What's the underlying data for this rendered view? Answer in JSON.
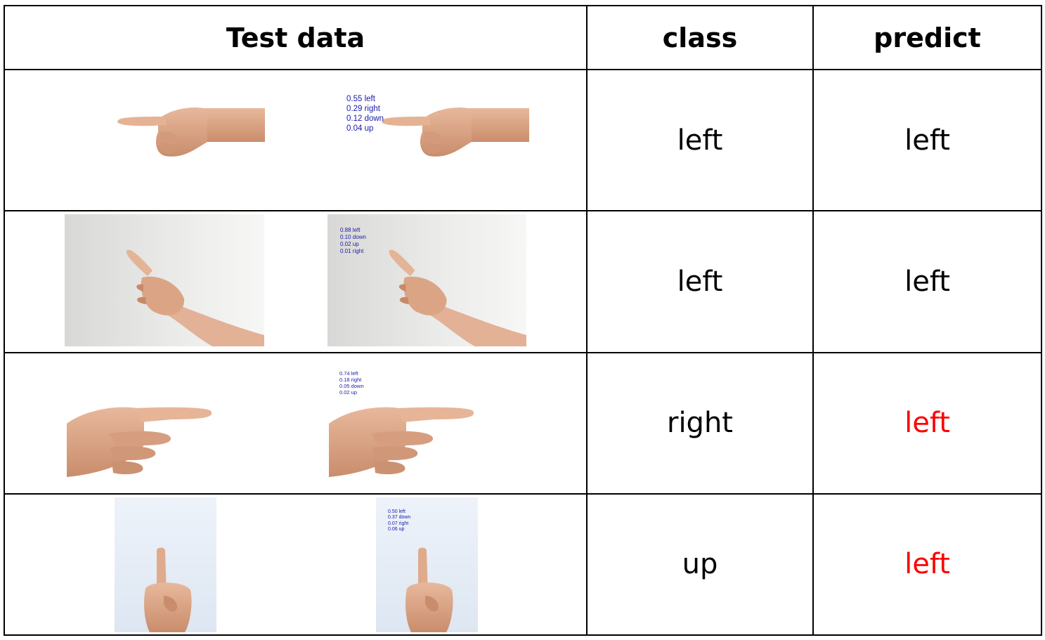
{
  "headers": {
    "test_data": "Test data",
    "class": "class",
    "predict": "predict"
  },
  "rows": [
    {
      "class": "left",
      "predict": "left",
      "probs": [
        "0.55 left",
        "0.29 right",
        "0.12 down",
        "0.04 up"
      ],
      "image": "hand-pointing-left-icon"
    },
    {
      "class": "left",
      "predict": "left",
      "probs": [
        "0.88 left",
        "0.10 down",
        "0.02 up",
        "0.01 right"
      ],
      "image": "hand-pointing-up-left-icon"
    },
    {
      "class": "right",
      "predict": "left",
      "probs": [
        "0.74 left",
        "0.18 right",
        "0.05 down",
        "0.02 up"
      ],
      "image": "hand-pointing-right-icon"
    },
    {
      "class": "up",
      "predict": "left",
      "probs": [
        "0.50 left",
        "0.37 down",
        "0.07 right",
        "0.06 up"
      ],
      "image": "hand-pointing-up-icon"
    }
  ],
  "colors": {
    "correct": "#000000",
    "wrong": "#ff0000",
    "prob_text": "#1a1aaa",
    "skin": "#e0a98a"
  }
}
